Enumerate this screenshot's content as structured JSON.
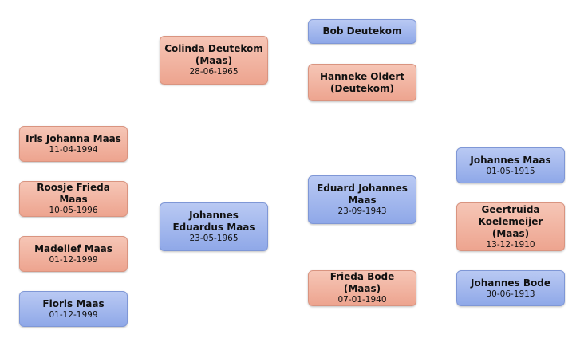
{
  "colors": {
    "female": "#eda48f",
    "male": "#8fa8e8"
  },
  "persons": {
    "bob": {
      "name": "Bob Deutekom",
      "date": ""
    },
    "hanneke": {
      "name": "Hanneke Oldert (Deutekom)",
      "date": ""
    },
    "colinda": {
      "name": "Colinda Deutekom (Maas)",
      "date": "28-06-1965"
    },
    "iris": {
      "name": "Iris Johanna Maas",
      "date": "11-04-1994"
    },
    "roosje": {
      "name": "Roosje Frieda Maas",
      "date": "10-05-1996"
    },
    "madelief": {
      "name": "Madelief Maas",
      "date": "01-12-1999"
    },
    "floris": {
      "name": "Floris Maas",
      "date": "01-12-1999"
    },
    "johannes_e": {
      "name": "Johannes Eduardus Maas",
      "date": "23-05-1965"
    },
    "eduard": {
      "name": "Eduard Johannes Maas",
      "date": "23-09-1943"
    },
    "frieda": {
      "name": "Frieda Bode (Maas)",
      "date": "07-01-1940"
    },
    "johannes_m": {
      "name": "Johannes Maas",
      "date": "01-05-1915"
    },
    "geertruida": {
      "name": "Geertruida Koelemeijer (Maas)",
      "date": "13-12-1910"
    },
    "johannes_b": {
      "name": "Johannes Bode",
      "date": "30-06-1913"
    }
  }
}
